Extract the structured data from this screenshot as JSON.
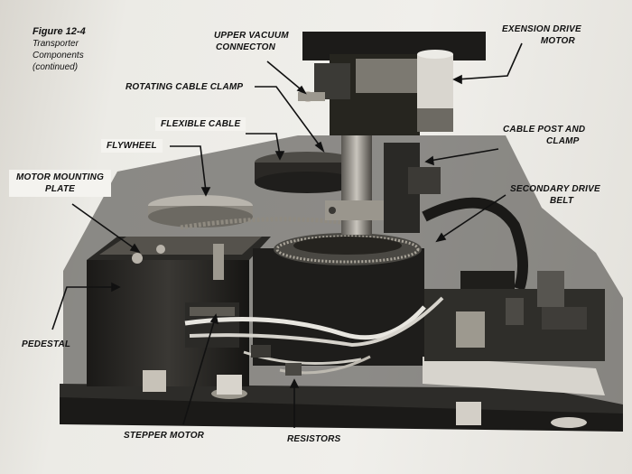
{
  "figure": {
    "number": "Figure 12-4",
    "subtitle_line1": "Transporter",
    "subtitle_line2": "Components",
    "subtitle_line3": "(continued)"
  },
  "labels": {
    "upper_vacuum_line1": "UPPER VACUUM",
    "upper_vacuum_line2": "CONNECTON",
    "extension_drive_line1": "EXENSION DRIVE",
    "extension_drive_line2": "MOTOR",
    "rotating_cable_clamp": "ROTATING CABLE CLAMP",
    "flexible_cable": "FLEXIBLE CABLE",
    "flywheel": "FLYWHEEL",
    "motor_mounting_line1": "MOTOR MOUNTING",
    "motor_mounting_line2": "PLATE",
    "cable_post_line1": "CABLE POST AND",
    "cable_post_line2": "CLAMP",
    "secondary_belt_line1": "SECONDARY DRIVE",
    "secondary_belt_line2": "BELT",
    "pedestal": "PEDESTAL",
    "stepper_motor": "STEPPER MOTOR",
    "resistors": "RESISTORS"
  }
}
